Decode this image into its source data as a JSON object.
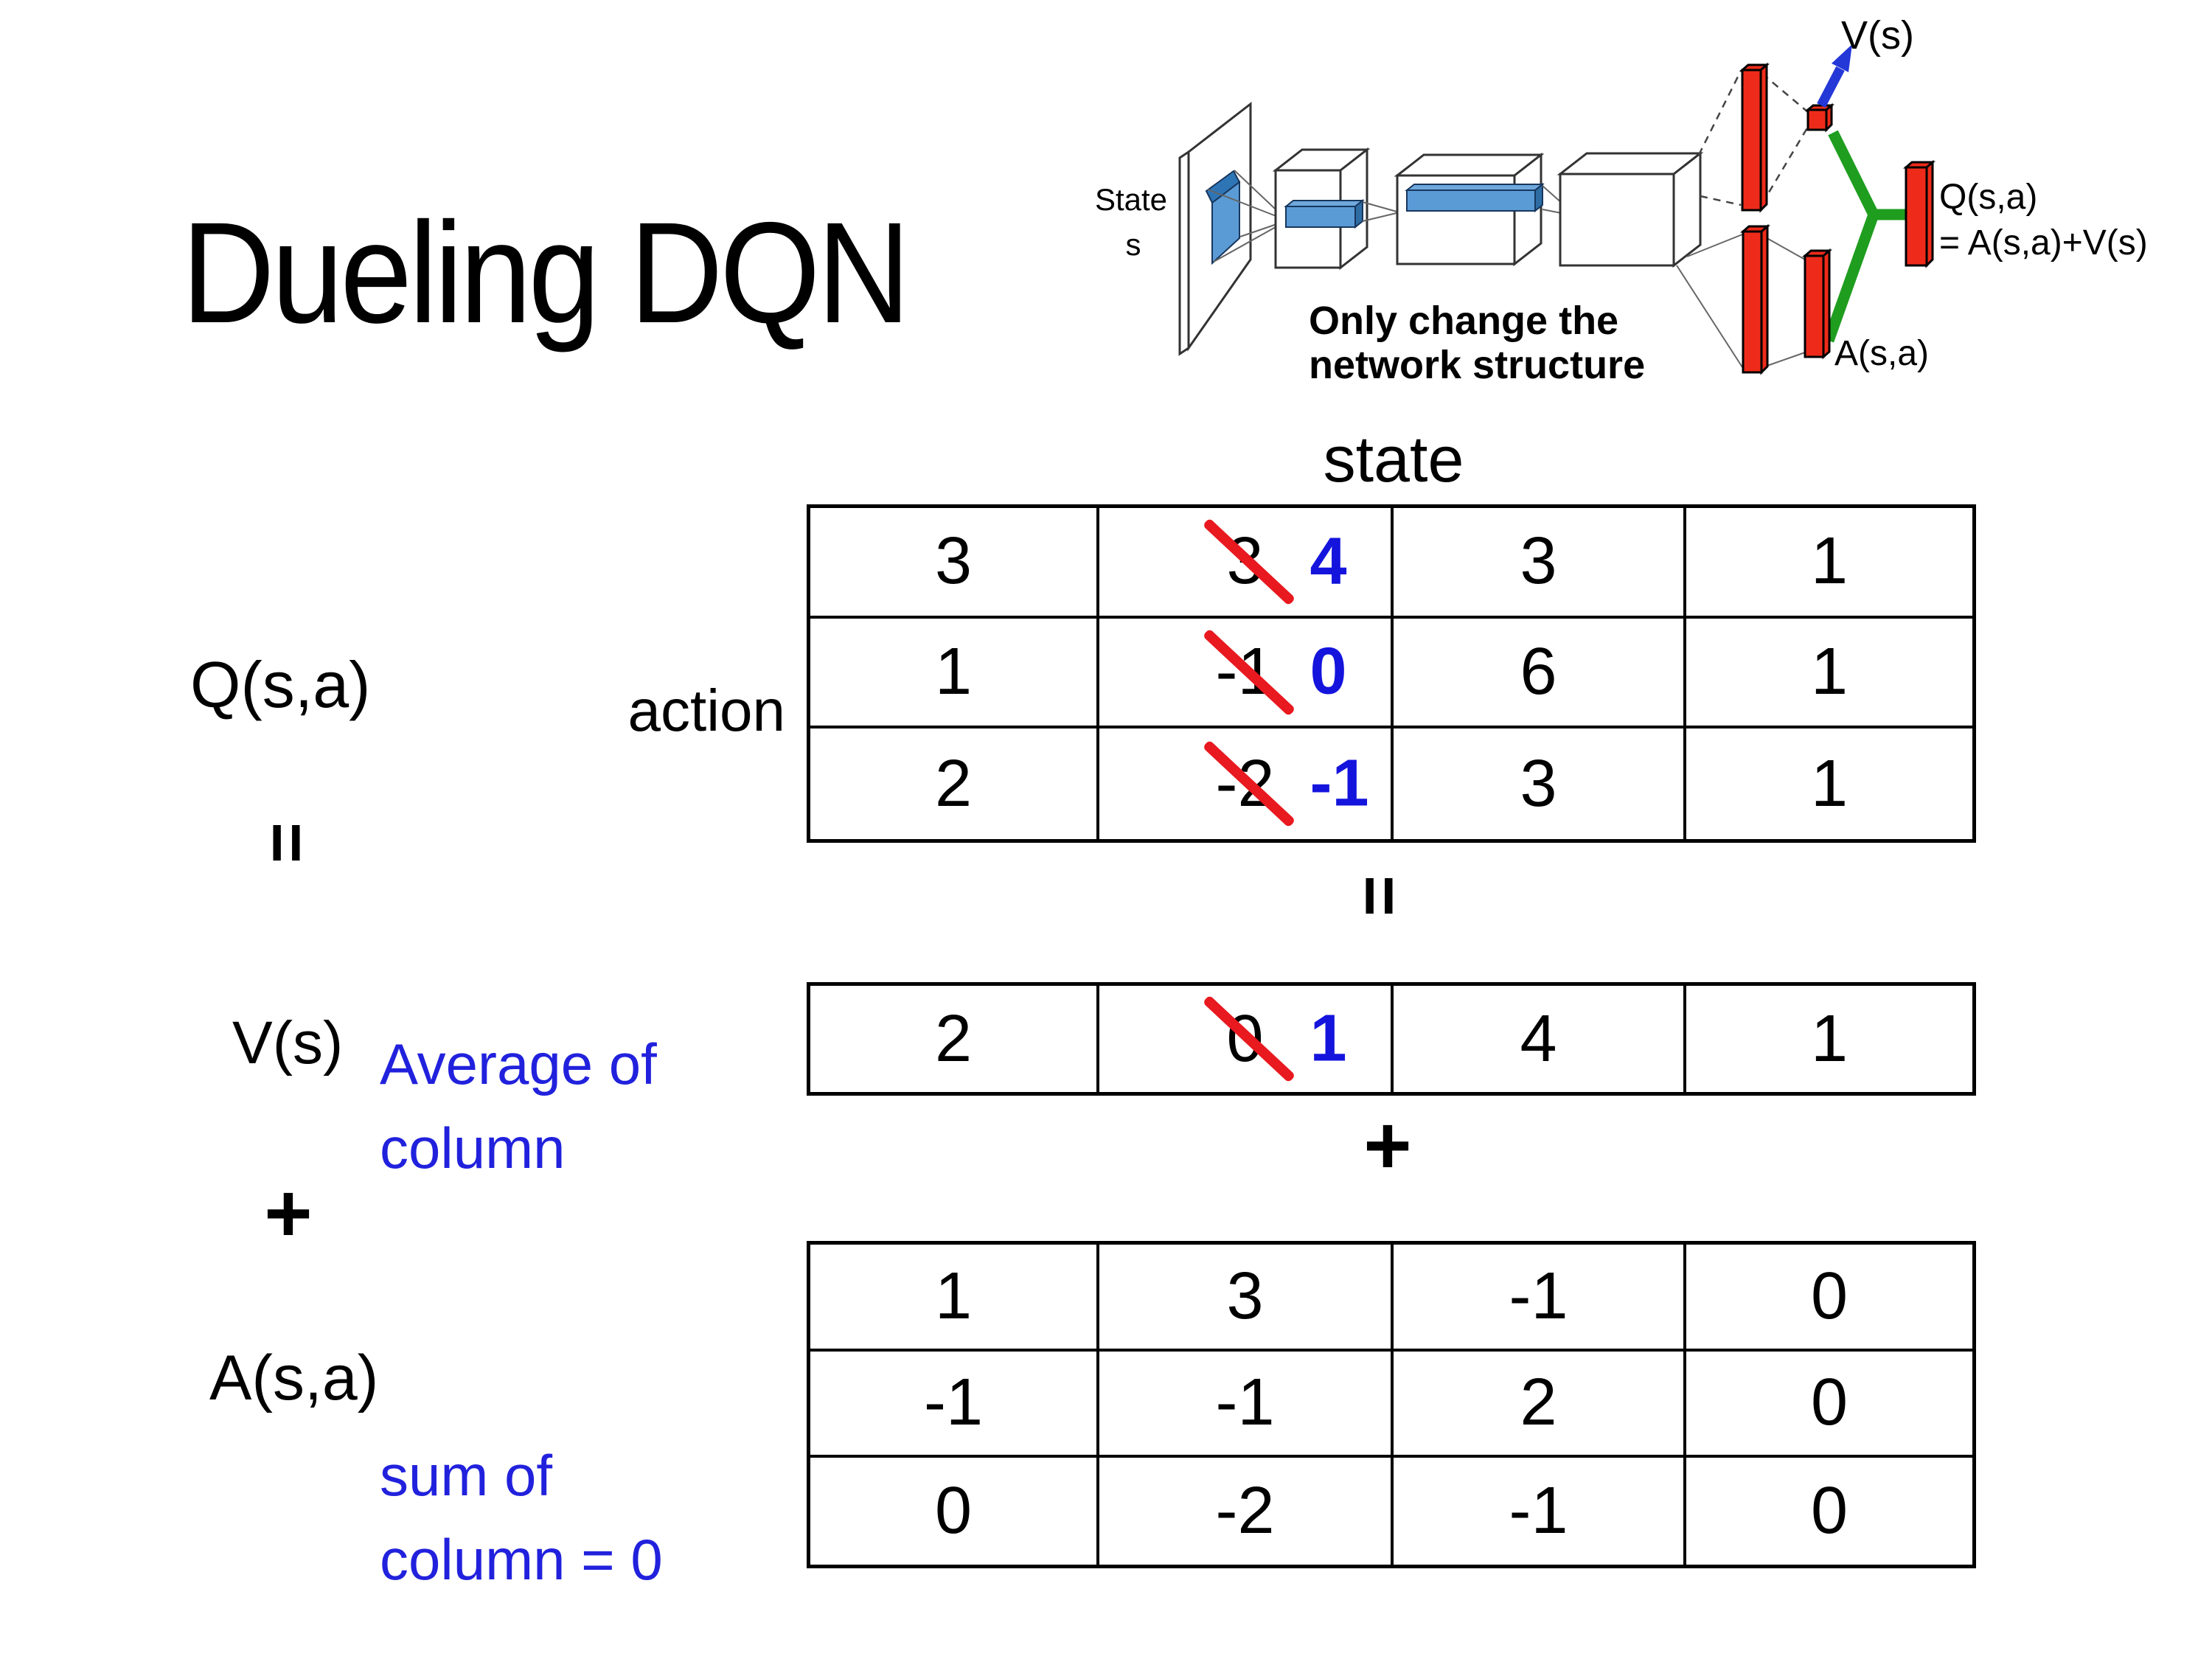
{
  "title": "Dueling DQN",
  "diagram": {
    "state_line1": "State",
    "state_line2": "s",
    "note_line1": "Only change the",
    "note_line2": "network structure",
    "v_out_label": "V(s)",
    "q_out_line1": "Q(s,a)",
    "q_out_line2": "= A(s,a)+V(s)",
    "a_out_label": "A(s,a)"
  },
  "decomposition": {
    "q_label": "Q(s,a)",
    "equals_left": "=",
    "v_label": "V(s)",
    "plus_left": "+",
    "a_label": "A(s,a)",
    "state_header": "state",
    "action_label": "action",
    "equals_center": "=",
    "plus_center": "+",
    "avg_line1": "Average of",
    "avg_line2": "column",
    "sum_line1": "sum of",
    "sum_line2": "column = 0"
  },
  "q_table": {
    "rows": [
      {
        "c1": "3",
        "old": "3",
        "new": "4",
        "c3": "3",
        "c4": "1"
      },
      {
        "c1": "1",
        "old": "-1",
        "new": "0",
        "c3": "6",
        "c4": "1"
      },
      {
        "c1": "2",
        "old": "-2",
        "new": "-1",
        "c3": "3",
        "c4": "1"
      }
    ]
  },
  "v_row": {
    "c1": "2",
    "old": "0",
    "new": "1",
    "c3": "4",
    "c4": "1"
  },
  "a_table": {
    "rows": [
      {
        "c1": "1",
        "c2": "3",
        "c3": "-1",
        "c4": "0"
      },
      {
        "c1": "-1",
        "c2": "-1",
        "c3": "2",
        "c4": "0"
      },
      {
        "c1": "0",
        "c2": "-2",
        "c3": "-1",
        "c4": "0"
      }
    ]
  },
  "colors": {
    "strike_red": "#e8191f",
    "new_value_blue": "#1414dd",
    "note_blue": "#2121dd",
    "bar_red": "#ee2b1a",
    "connector_green": "#1f9d1f",
    "arrow_blue": "#2438d8",
    "layer_blue": "#5b9bd5"
  }
}
